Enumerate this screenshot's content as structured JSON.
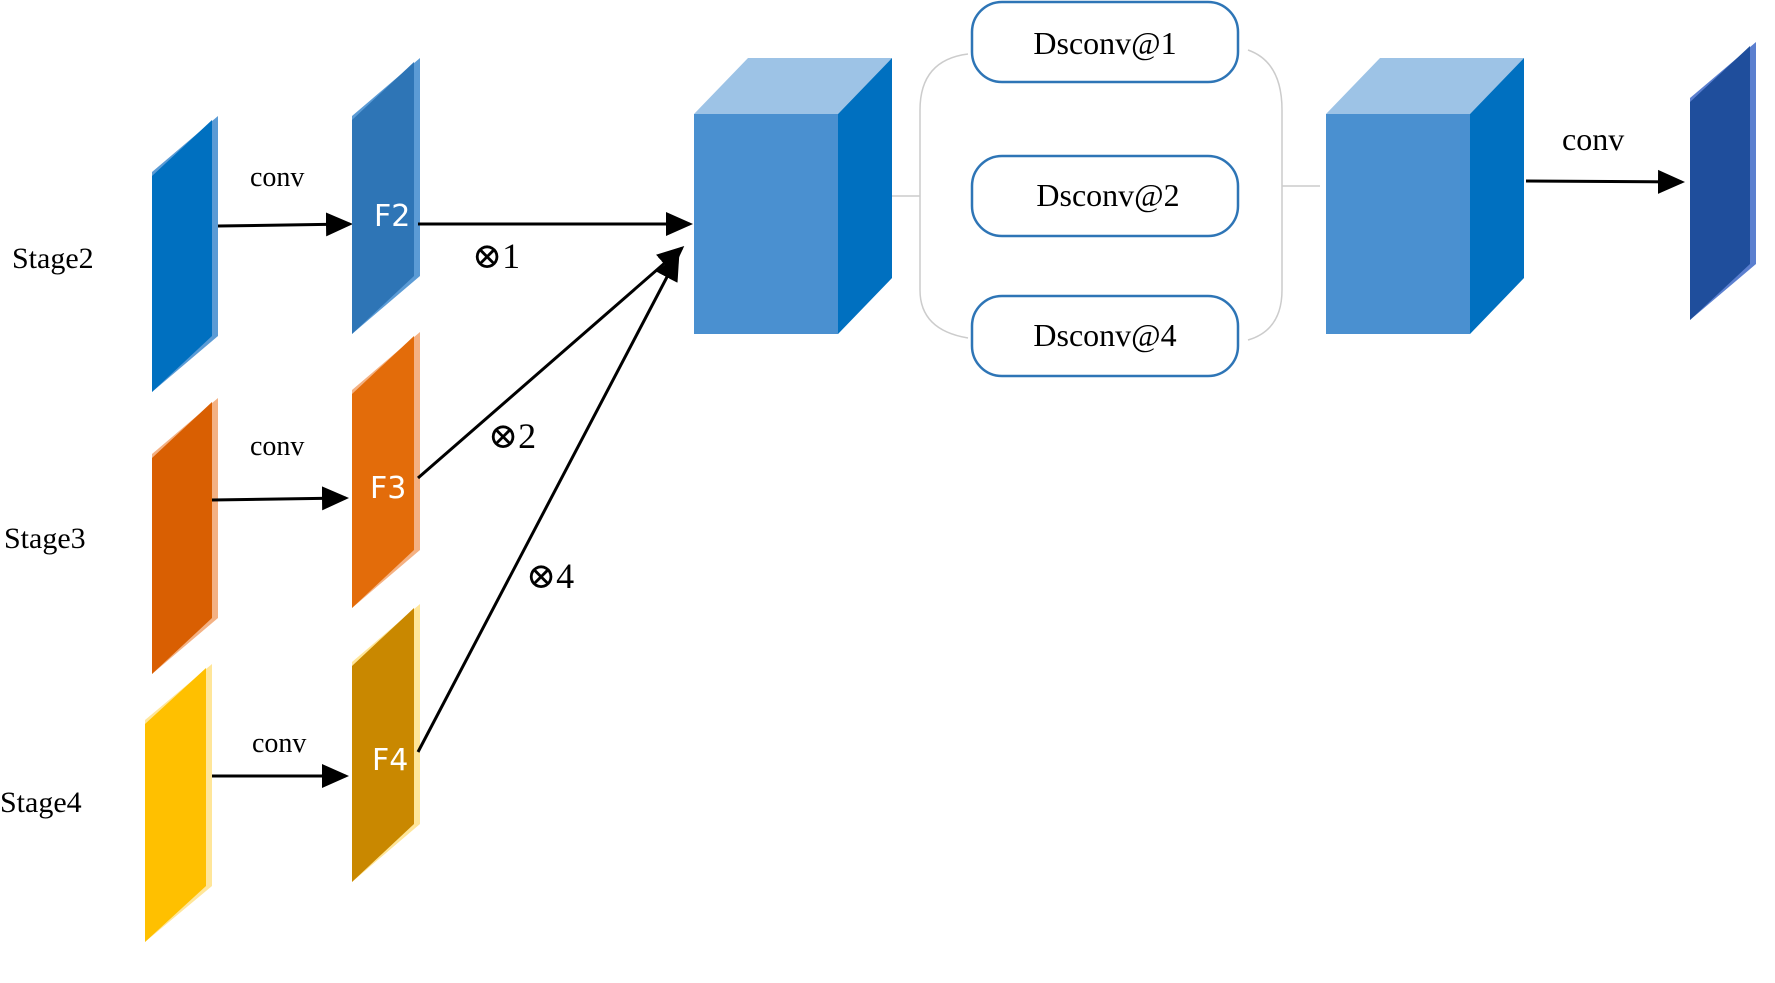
{
  "stages": [
    {
      "label": "Stage2",
      "conv_label": "conv",
      "feature_label": "F2",
      "multiplier": "⊗1",
      "color_front": "#0070C0",
      "color_edge": "#5B9BD5",
      "feature_front": "#2E75B6"
    },
    {
      "label": "Stage3",
      "conv_label": "conv",
      "feature_label": "F3",
      "multiplier": "⊗2",
      "color_front": "#D95F02",
      "color_edge": "#F4B183",
      "feature_front": "#E36C0A"
    },
    {
      "label": "Stage4",
      "conv_label": "conv",
      "feature_label": "F4",
      "multiplier": "⊗4",
      "color_front": "#FFC000",
      "color_edge": "#FFE699",
      "feature_front": "#C98800"
    }
  ],
  "dsconv": [
    "Dsconv@1",
    "Dsconv@2",
    "Dsconv@4"
  ],
  "output_conv_label": "conv",
  "colors": {
    "cube_front": "#4A90D0",
    "cube_top": "#9DC3E6",
    "cube_side": "#0070C0",
    "output_front": "#1F4E9C",
    "output_edge": "#5B7FCF",
    "arrow": "#000000",
    "box_border": "#2E75B6"
  }
}
